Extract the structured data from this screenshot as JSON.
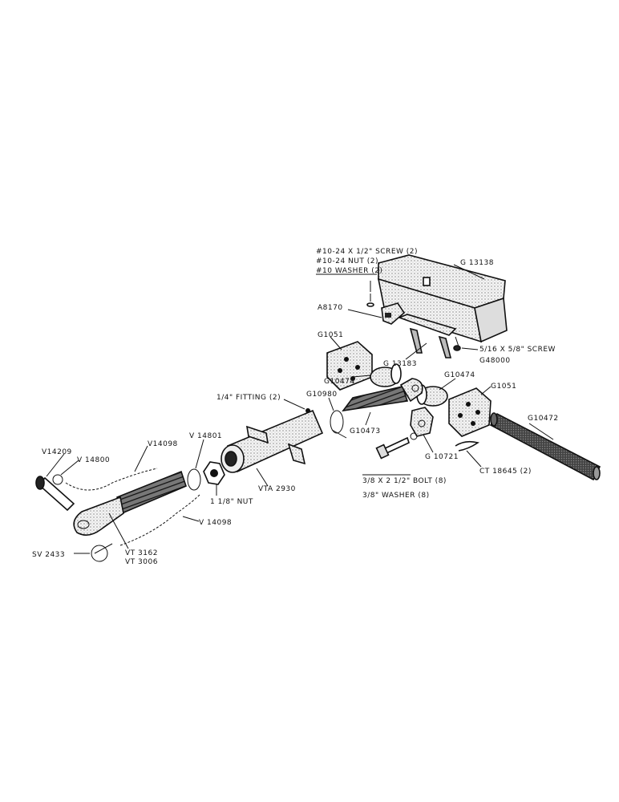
{
  "labels": {
    "screw_10_24": "#10-24 X 1/2\" SCREW (2)",
    "nut_10_24": "#10-24 NUT (2)",
    "washer_10": "#10 WASHER (2)",
    "g13138": "G 13138",
    "a8170": "A8170",
    "g1051_left": "G1051",
    "g13183": "G 13183",
    "screw_5_16_prefix": "5/16 X 5/8\" SCREW",
    "g48000": "G48000",
    "g10474_left": "G10474",
    "g10474_right": "G10474",
    "g1051_right": "G1051",
    "fitting": "1/4\" FITTING (2)",
    "g10980": "G10980",
    "g10473": "G10473",
    "g10472": "G10472",
    "v14801": "V 14801",
    "v14209": "V14209",
    "v14800": "V 14800",
    "v14098_top": "V14098",
    "vta2930": "VTA 2930",
    "nut_1_18": "1 1/8\" NUT",
    "g10721": "G 10721",
    "ct18645": "CT 18645 (2)",
    "bolt": "3/8 X 2 1/2\" BOLT (8)",
    "washer_3_8": "3/8\" WASHER (8)",
    "v14098_bottom": "V 14098",
    "sv2433": "SV 2433",
    "vt3162": "VT 3162",
    "vt3006": "VT 3006"
  }
}
